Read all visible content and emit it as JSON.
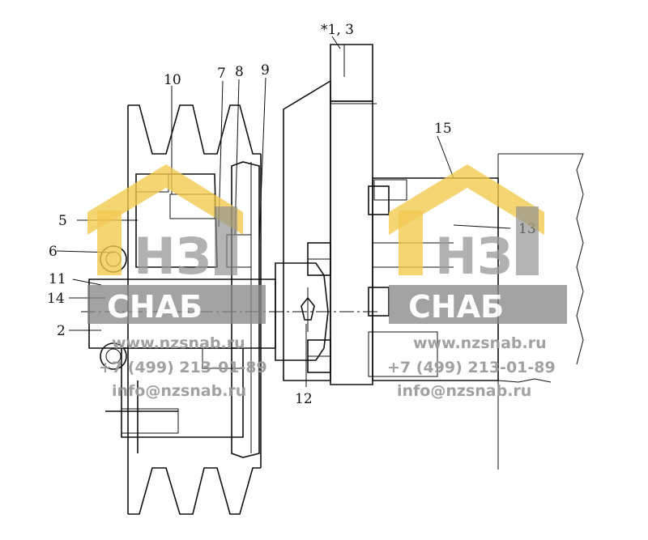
{
  "drawing": {
    "callouts": {
      "c1_3": "*1, 3",
      "c10": "10",
      "c7": "7",
      "c8": "8",
      "c9": "9",
      "c15": "15",
      "c5": "5",
      "c13": "13",
      "c6": "6",
      "c11": "11",
      "c14": "14",
      "c2": "2",
      "c12": "12"
    }
  },
  "watermark": {
    "logo_letters": "НЗ",
    "brand": "СНАБ",
    "site": "www.nzsnab.ru",
    "phone": "+7 (499) 213-01-89",
    "email": "info@nzsnab.ru",
    "colors": {
      "gold": "#f2c84b",
      "gray": "#8a8a8a",
      "text": "#9a9a9a"
    }
  }
}
